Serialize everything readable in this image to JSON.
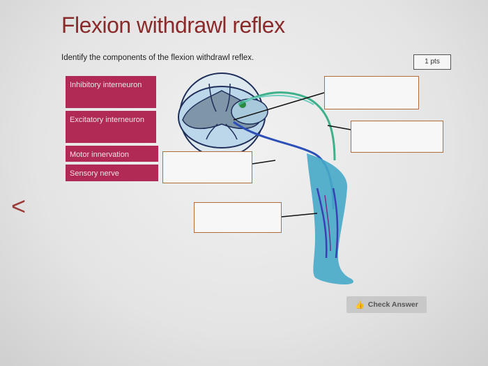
{
  "header": {
    "title": "Flexion withdrawl reflex",
    "instruction": "Identify the components of the flexion withdrawl reflex.",
    "points": "1 pts"
  },
  "labels": [
    {
      "text": "Inhibitory interneuron"
    },
    {
      "text": "Excitatory interneuron"
    },
    {
      "text": "Motor innervation"
    },
    {
      "text": "Sensory nerve"
    }
  ],
  "actions": {
    "check_answer": "Check Answer",
    "back": "<"
  },
  "colors": {
    "title": "#8a2a2a",
    "label_bg": "#b12a55",
    "drop_border": "#b36a3c"
  },
  "icons": [
    "chevron-left-icon",
    "thumbs-up-icon"
  ]
}
